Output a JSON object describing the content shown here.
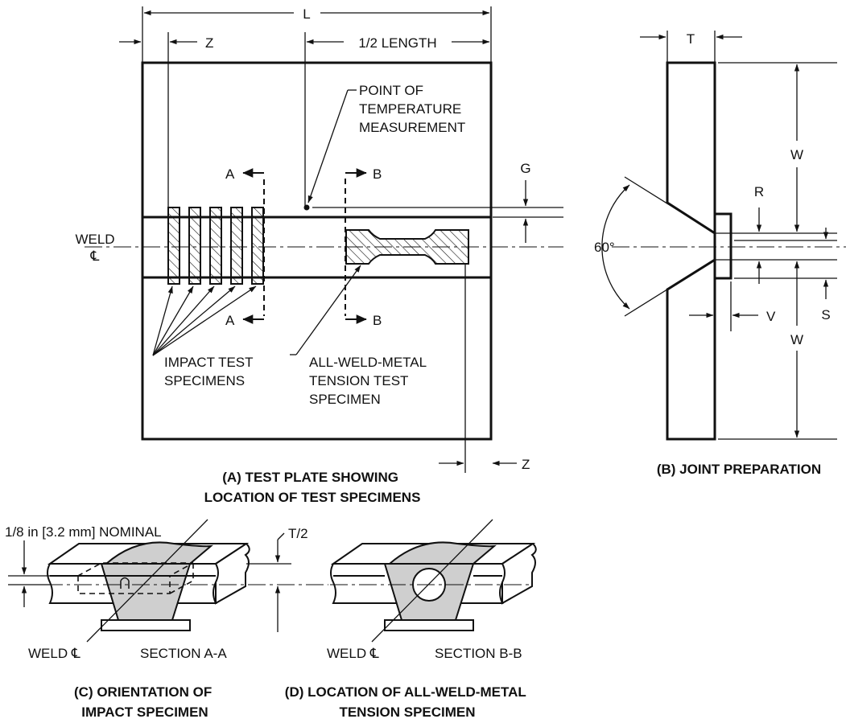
{
  "labels": {
    "L": "L",
    "Z_top": "Z",
    "half_length": "1/2 LENGTH",
    "point_temp": [
      "POINT OF",
      "TEMPERATURE",
      "MEASUREMENT"
    ],
    "A_top": "A",
    "A_bottom": "A",
    "B_top": "B",
    "B_bottom": "B",
    "G": "G",
    "weld": "WELD",
    "cl": "℄",
    "impact": [
      "IMPACT TEST",
      "SPECIMENS"
    ],
    "tension": [
      "ALL-WELD-METAL",
      "TENSION TEST",
      "SPECIMEN"
    ],
    "Z_bottom": "Z",
    "T": "T",
    "W_top": "W",
    "W_bottom": "W",
    "R": "R",
    "S": "S",
    "V": "V",
    "angle": "60°",
    "nominal": "1/8 in [3.2 mm] NOMINAL",
    "t_half": "T/2",
    "weld_cl_c": "WELD ℄",
    "section_aa": "SECTION A-A",
    "weld_cl_d": "WELD ℄",
    "section_bb": "SECTION B-B"
  },
  "captions": {
    "a": [
      "(A) TEST PLATE SHOWING",
      "LOCATION OF TEST SPECIMENS"
    ],
    "b": "(B) JOINT PREPARATION",
    "c": [
      "(C) ORIENTATION OF",
      "IMPACT SPECIMEN"
    ],
    "d": [
      "(D) LOCATION OF ALL-WELD-METAL",
      "TENSION SPECIMEN"
    ]
  }
}
